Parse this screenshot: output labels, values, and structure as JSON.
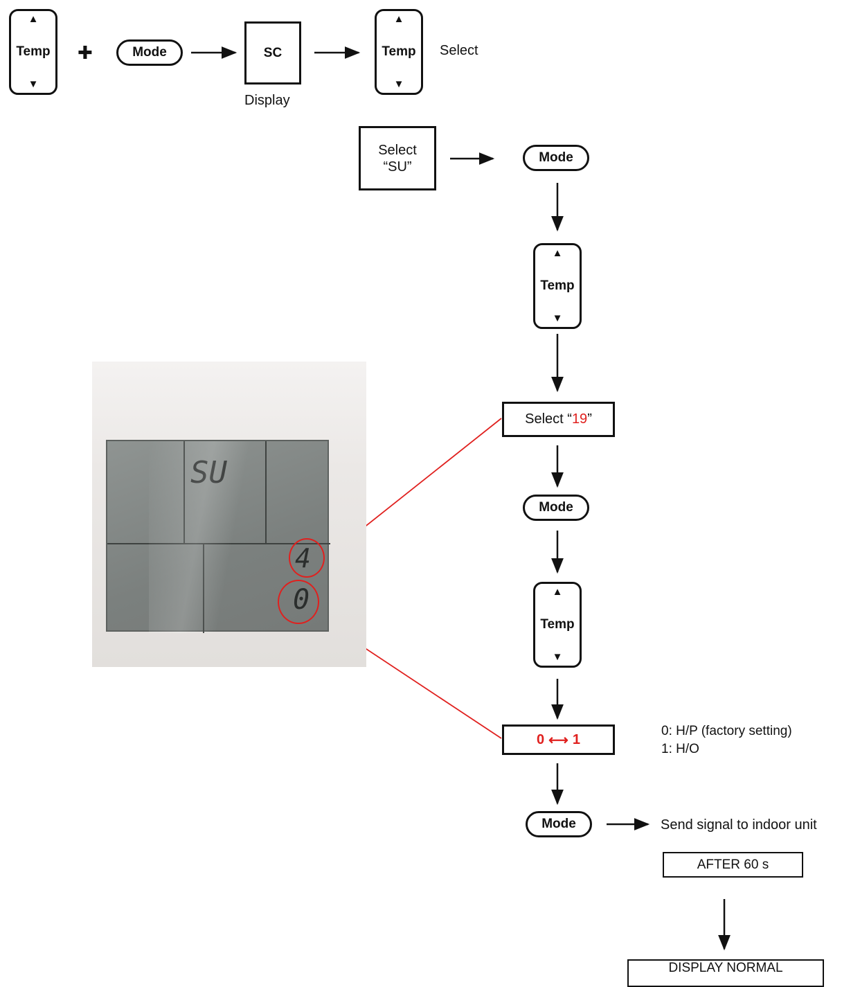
{
  "keys": {
    "temp_label": "Temp",
    "up_arrow": "▲",
    "down_arrow": "▼",
    "mode_label": "Mode"
  },
  "step1": {
    "plus_symbol": "✚",
    "sc_label": "SC",
    "display_caption": "Display",
    "select_caption": "Select"
  },
  "step2": {
    "select_su_line1": "Select",
    "select_su_line2": "“SU”",
    "select_19_prefix": "Select “",
    "select_19_code": "19",
    "select_19_suffix": "”",
    "toggle_left": "0",
    "toggle_arrow": "⟷",
    "toggle_right": "1",
    "option_0": "0: H/P (factory setting)",
    "option_1": "1: H/O",
    "send_signal": "Send signal to indoor unit",
    "after_60s": "AFTER 60 s",
    "display_normal": "DISPLAY NORMAL"
  },
  "photo": {
    "lcd_top": "SU",
    "lcd_digit_code": "4",
    "lcd_digit_value": "0"
  },
  "colors": {
    "annotation_red": "#e0201e",
    "line": "#111111"
  }
}
